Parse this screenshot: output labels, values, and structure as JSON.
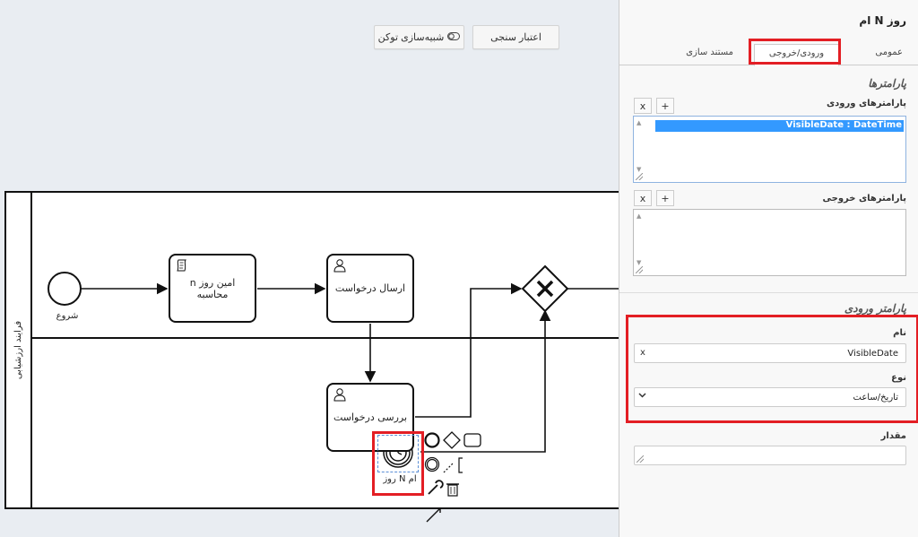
{
  "toolbar": {
    "validate_label": "اعتبار سنجی",
    "token_sim_label": "شبیه‌سازی توکن"
  },
  "diagram": {
    "pool_label": "فرایند ارزشیابی",
    "start_event_label": "شروع",
    "task_calc_label": "امین روز n محاسبه",
    "task_send_label": "ارسال درخواست",
    "task_review_label": "بررسی درخواست",
    "timer_event_label": "ام N روز"
  },
  "panel": {
    "title": "روز N ام",
    "tabs": {
      "general": "عمومی",
      "io": "ورودی/خروجی",
      "documentation": "مستند سازی"
    },
    "parameters_section": "پارامترها",
    "input_params_label": "پارامترهای ورودی",
    "output_params_label": "پارامترهای خروجی",
    "input_params_items": [
      "VisibleDate : DateTime"
    ],
    "add_symbol": "+",
    "remove_symbol": "x",
    "input_param_section": "پارامتر ورودی",
    "name_label": "نام",
    "name_value": "VisibleDate",
    "clear_symbol": "x",
    "type_label": "نوع",
    "type_value": "تاریخ/ساعت",
    "value_label": "مقدار",
    "value_value": ""
  },
  "colors": {
    "highlight_red": "#e31e24",
    "selection_blue": "#3399ff",
    "canvas_bg": "#e9edf2"
  }
}
